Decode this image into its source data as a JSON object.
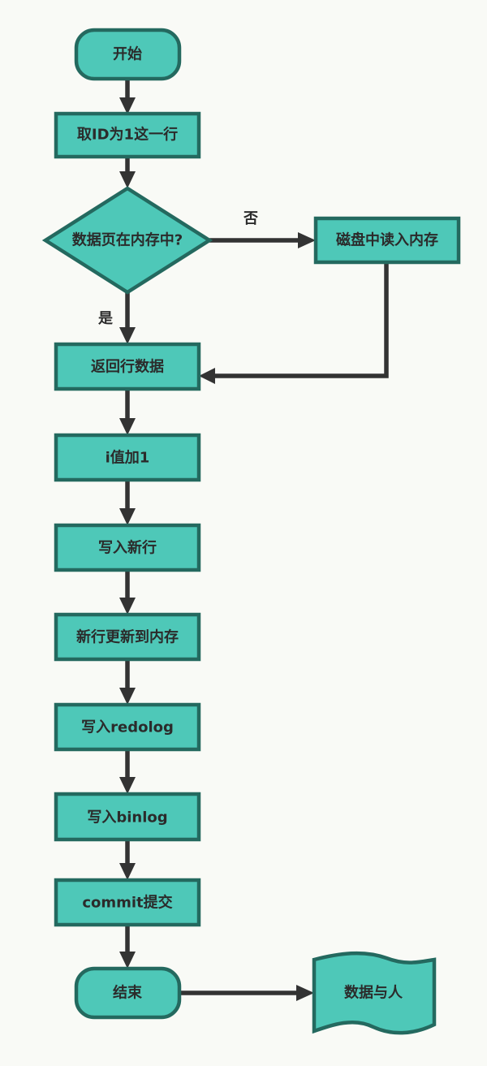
{
  "colors": {
    "background": "#f9faf6",
    "node_fill": "#4ec8b8",
    "node_border": "#24695f",
    "edge": "#333333",
    "text": "#2b2b2b"
  },
  "nodes": {
    "start": "开始",
    "fetch_row": "取ID为1这一行",
    "decision": "数据页在内存中?",
    "disk_read": "磁盘中读入内存",
    "return_row": "返回行数据",
    "increment": "i值加1",
    "write_new_row": "写入新行",
    "update_memory": "新行更新到内存",
    "write_redolog": "写入redolog",
    "write_binlog": "写入binlog",
    "commit": "commit提交",
    "end": "结束",
    "output": "数据与人"
  },
  "edge_labels": {
    "no": "否",
    "yes": "是"
  }
}
